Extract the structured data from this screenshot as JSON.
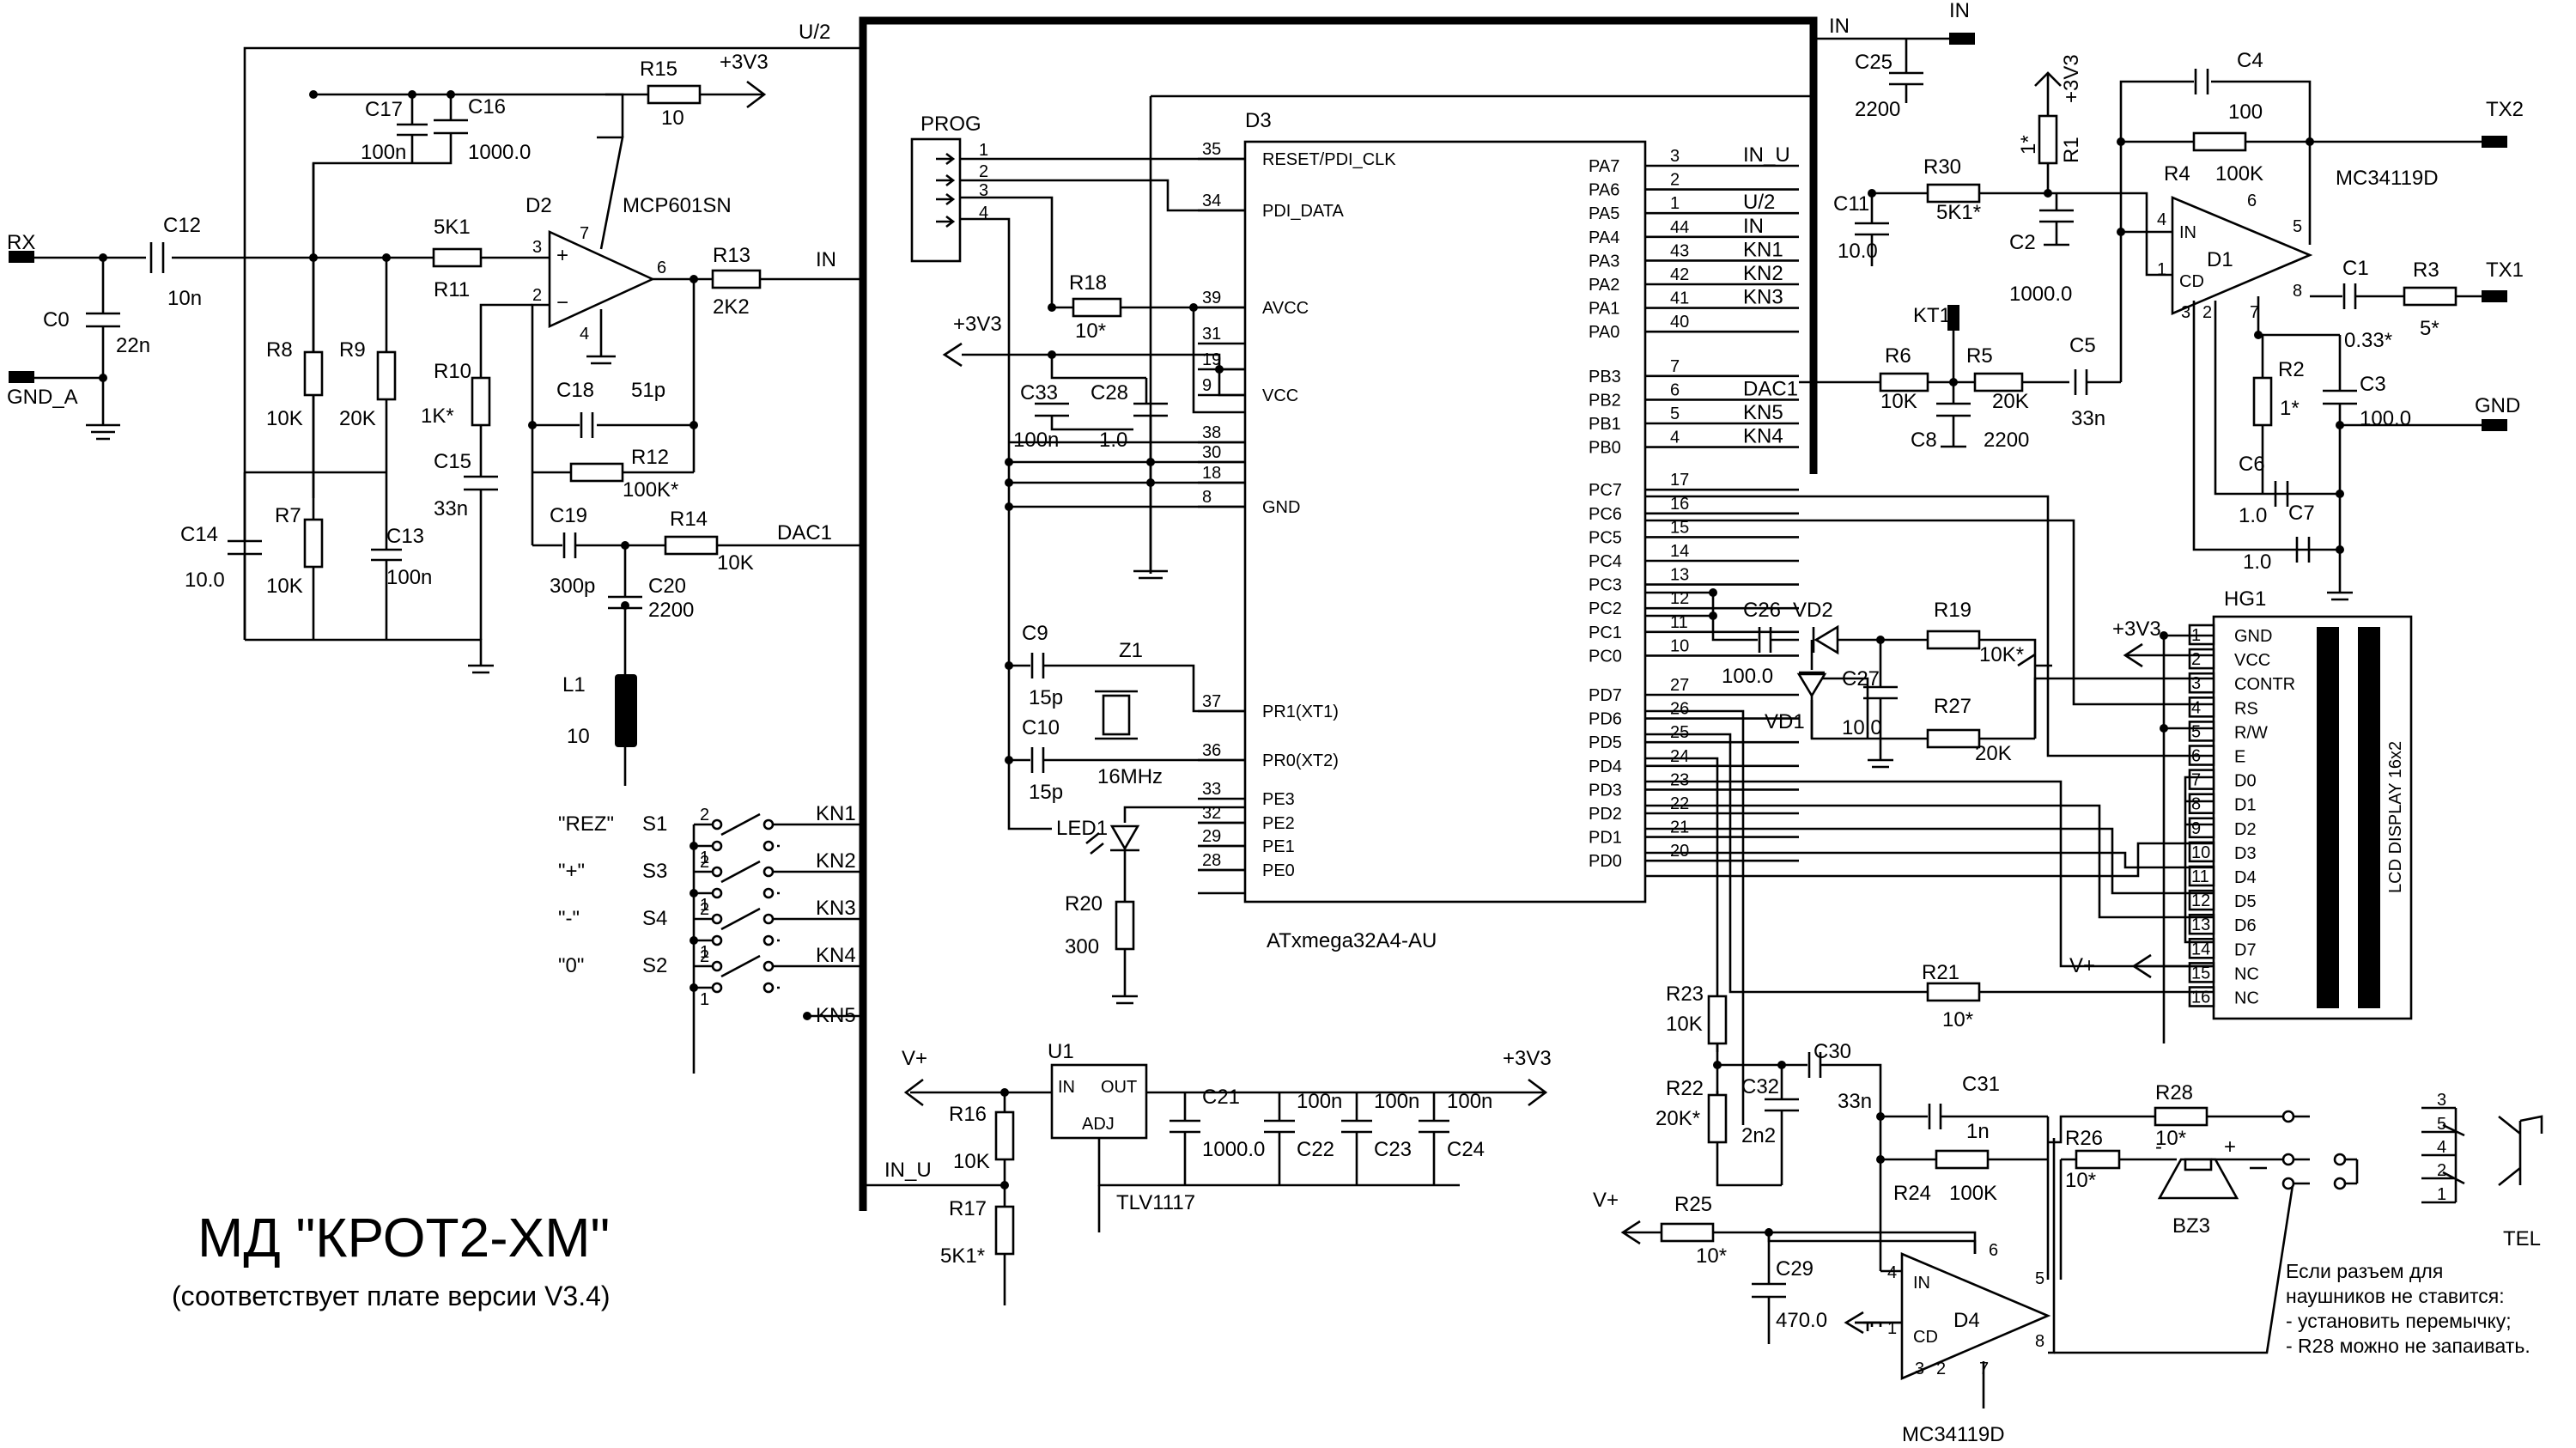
{
  "title": "МД \"КРОТ2-ХМ\"",
  "subtitle": "(соответствует плате версии V3.4)",
  "note": [
    "Если разъем для",
    "наушников не ставится:",
    "- установить   перемычку;",
    "- R28 можно не запаивать."
  ],
  "ics": {
    "d3": {
      "ref": "D3",
      "part": "ATxmega32A4-AU"
    },
    "d2": {
      "ref": "D2",
      "part": "MCP601SN"
    },
    "d1": {
      "ref": "D1",
      "part": "MC34119D"
    },
    "d4": {
      "ref": "D4",
      "part": "MC34119D"
    },
    "u1": {
      "ref": "U1",
      "part": "TLV1117"
    },
    "hg1": {
      "ref": "HG1",
      "part": "LCD DISPLAY 16x2"
    }
  },
  "d3_left_pins": [
    {
      "num": "35",
      "name": "RESET/PDI_CLK"
    },
    {
      "num": "34",
      "name": "PDI_DATA"
    },
    {
      "num": "39",
      "name": "AVCC"
    },
    {
      "num": "31",
      "name": ""
    },
    {
      "num": "19",
      "name": ""
    },
    {
      "num": "9",
      "name": "VCC"
    },
    {
      "num": "38",
      "name": ""
    },
    {
      "num": "30",
      "name": ""
    },
    {
      "num": "18",
      "name": ""
    },
    {
      "num": "8",
      "name": "GND"
    },
    {
      "num": "37",
      "name": "PR1(XT1)"
    },
    {
      "num": "36",
      "name": "PR0(XT2)"
    },
    {
      "num": "33",
      "name": "PE3"
    },
    {
      "num": "32",
      "name": "PE2"
    },
    {
      "num": "29",
      "name": "PE1"
    },
    {
      "num": "28",
      "name": "PE0"
    }
  ],
  "d3_right_pins": [
    {
      "num": "3",
      "name": "PA7",
      "net": "IN_U"
    },
    {
      "num": "2",
      "name": "PA6",
      "net": ""
    },
    {
      "num": "1",
      "name": "PA5",
      "net": "U/2"
    },
    {
      "num": "44",
      "name": "PA4",
      "net": "IN"
    },
    {
      "num": "43",
      "name": "PA3",
      "net": "KN1"
    },
    {
      "num": "42",
      "name": "PA2",
      "net": "KN2"
    },
    {
      "num": "41",
      "name": "PA1",
      "net": "KN3"
    },
    {
      "num": "40",
      "name": "PA0",
      "net": ""
    },
    {
      "num": "7",
      "name": "PB3",
      "net": ""
    },
    {
      "num": "6",
      "name": "PB2",
      "net": "DAC1"
    },
    {
      "num": "5",
      "name": "PB1",
      "net": "KN5"
    },
    {
      "num": "4",
      "name": "PB0",
      "net": "KN4"
    },
    {
      "num": "17",
      "name": "PC7",
      "net": ""
    },
    {
      "num": "16",
      "name": "PC6",
      "net": ""
    },
    {
      "num": "15",
      "name": "PC5",
      "net": ""
    },
    {
      "num": "14",
      "name": "PC4",
      "net": ""
    },
    {
      "num": "13",
      "name": "PC3",
      "net": ""
    },
    {
      "num": "12",
      "name": "PC2",
      "net": ""
    },
    {
      "num": "11",
      "name": "PC1",
      "net": ""
    },
    {
      "num": "10",
      "name": "PC0",
      "net": ""
    },
    {
      "num": "27",
      "name": "PD7",
      "net": ""
    },
    {
      "num": "26",
      "name": "PD6",
      "net": ""
    },
    {
      "num": "25",
      "name": "PD5",
      "net": ""
    },
    {
      "num": "24",
      "name": "PD4",
      "net": ""
    },
    {
      "num": "23",
      "name": "PD3",
      "net": ""
    },
    {
      "num": "22",
      "name": "PD2",
      "net": ""
    },
    {
      "num": "21",
      "name": "PD1",
      "net": ""
    },
    {
      "num": "20",
      "name": "PD0",
      "net": ""
    }
  ],
  "lcd_pins": [
    {
      "num": "1",
      "name": "GND"
    },
    {
      "num": "2",
      "name": "VCC"
    },
    {
      "num": "3",
      "name": "CONTR"
    },
    {
      "num": "4",
      "name": "RS"
    },
    {
      "num": "5",
      "name": "R/W"
    },
    {
      "num": "6",
      "name": "E"
    },
    {
      "num": "7",
      "name": "D0"
    },
    {
      "num": "8",
      "name": "D1"
    },
    {
      "num": "9",
      "name": "D2"
    },
    {
      "num": "10",
      "name": "D3"
    },
    {
      "num": "11",
      "name": "D4"
    },
    {
      "num": "12",
      "name": "D5"
    },
    {
      "num": "13",
      "name": "D6"
    },
    {
      "num": "14",
      "name": "D7"
    },
    {
      "num": "15",
      "name": "NC"
    },
    {
      "num": "16",
      "name": "NC"
    }
  ],
  "prog": {
    "ref": "PROG",
    "pins": [
      "1",
      "2",
      "3",
      "4"
    ]
  },
  "buttons": [
    {
      "name": "\"REZ\"",
      "ref": "S1",
      "net": "KN1"
    },
    {
      "name": "\"+\"",
      "ref": "S3",
      "net": "KN2"
    },
    {
      "name": "\"-\"",
      "ref": "S4",
      "net": "KN3"
    },
    {
      "name": "\"0\"",
      "ref": "S2",
      "net": "KN4"
    }
  ],
  "kn5": "KN5",
  "tel": {
    "ref": "TEL",
    "pins": [
      "3",
      "5",
      "4",
      "2",
      "1"
    ]
  },
  "components": [
    {
      "ref": "R15",
      "value": "10"
    },
    {
      "ref": "C17",
      "value": "100n"
    },
    {
      "ref": "C16",
      "value": "1000.0"
    },
    {
      "ref": "C12",
      "value": "10n"
    },
    {
      "ref": "C0",
      "value": "22n"
    },
    {
      "ref": "R11",
      "value": "5K1"
    },
    {
      "ref": "R8",
      "value": "10K"
    },
    {
      "ref": "R9",
      "value": "20K"
    },
    {
      "ref": "R10",
      "value": "1K*"
    },
    {
      "ref": "C15",
      "value": "33n"
    },
    {
      "ref": "C18",
      "value": "51p"
    },
    {
      "ref": "R12",
      "value": "100K*"
    },
    {
      "ref": "R13",
      "value": "2K2"
    },
    {
      "ref": "C14",
      "value": "10.0"
    },
    {
      "ref": "R7",
      "value": "10K"
    },
    {
      "ref": "C13",
      "value": "100n"
    },
    {
      "ref": "C19",
      "value": "300p"
    },
    {
      "ref": "R14",
      "value": "10K"
    },
    {
      "ref": "C20",
      "value": "2200"
    },
    {
      "ref": "L1",
      "value": "10"
    },
    {
      "ref": "R18",
      "value": "10*"
    },
    {
      "ref": "C33",
      "value": "100n"
    },
    {
      "ref": "C28",
      "value": "1.0"
    },
    {
      "ref": "C9",
      "value": "15p"
    },
    {
      "ref": "C10",
      "value": "15p"
    },
    {
      "ref": "Z1",
      "value": "16MHz"
    },
    {
      "ref": "R20",
      "value": "300"
    },
    {
      "ref": "LED1",
      "value": ""
    },
    {
      "ref": "C25",
      "value": "2200"
    },
    {
      "ref": "C11",
      "value": "10.0"
    },
    {
      "ref": "R30",
      "value": "5K1*"
    },
    {
      "ref": "R6",
      "value": "10K"
    },
    {
      "ref": "R5",
      "value": "20K"
    },
    {
      "ref": "C8",
      "value": "2200"
    },
    {
      "ref": "C5",
      "value": "33n"
    },
    {
      "ref": "R1",
      "value": "1*"
    },
    {
      "ref": "C2",
      "value": "1000.0"
    },
    {
      "ref": "C4",
      "value": "100"
    },
    {
      "ref": "R4",
      "value": "100K"
    },
    {
      "ref": "C1",
      "value": "0.33*"
    },
    {
      "ref": "R3",
      "value": "5*"
    },
    {
      "ref": "R2",
      "value": "1*"
    },
    {
      "ref": "C3",
      "value": "100.0"
    },
    {
      "ref": "C6",
      "value": "1.0"
    },
    {
      "ref": "C7",
      "value": "1.0"
    },
    {
      "ref": "C26",
      "value": "100.0"
    },
    {
      "ref": "C27",
      "value": "10.0"
    },
    {
      "ref": "R19",
      "value": "10K*"
    },
    {
      "ref": "R27",
      "value": "20K"
    },
    {
      "ref": "R21",
      "value": "10*"
    },
    {
      "ref": "R23",
      "value": "10K"
    },
    {
      "ref": "R22",
      "value": "20K*"
    },
    {
      "ref": "C32",
      "value": "2n2"
    },
    {
      "ref": "C30",
      "value": "33n"
    },
    {
      "ref": "C31",
      "value": "1n"
    },
    {
      "ref": "R24",
      "value": "100K"
    },
    {
      "ref": "R26",
      "value": "10*"
    },
    {
      "ref": "R28",
      "value": "10*"
    },
    {
      "ref": "R25",
      "value": "10*"
    },
    {
      "ref": "C29",
      "value": "470.0"
    },
    {
      "ref": "R16",
      "value": "10K"
    },
    {
      "ref": "R17",
      "value": "5K1*"
    },
    {
      "ref": "C21",
      "value": "1000.0"
    },
    {
      "ref": "C22",
      "value": "100n"
    },
    {
      "ref": "C23",
      "value": "100n"
    },
    {
      "ref": "C24",
      "value": "100n"
    }
  ],
  "labels": {
    "rx": "RX",
    "gnd_a": "GND_A",
    "u2": "U/2",
    "p3v3": "+3V3",
    "in": "IN",
    "dac1": "DAC1",
    "in_u": "IN_U",
    "vplus": "V+",
    "tx1": "TX1",
    "tx2": "TX2",
    "gnd": "GND",
    "kt1": "KT1",
    "vd1": "VD1",
    "vd2": "VD2",
    "bz3": "BZ3",
    "kn1": "KN1",
    "kn2": "KN2",
    "kn3": "KN3",
    "kn4": "KN4",
    "kn5": "KN5",
    "d1_in": "IN",
    "d1_cd": "CD",
    "d4_in": "IN",
    "d4_cd": "CD",
    "u1_in": "IN",
    "u1_out": "OUT",
    "u1_adj": "ADJ"
  }
}
